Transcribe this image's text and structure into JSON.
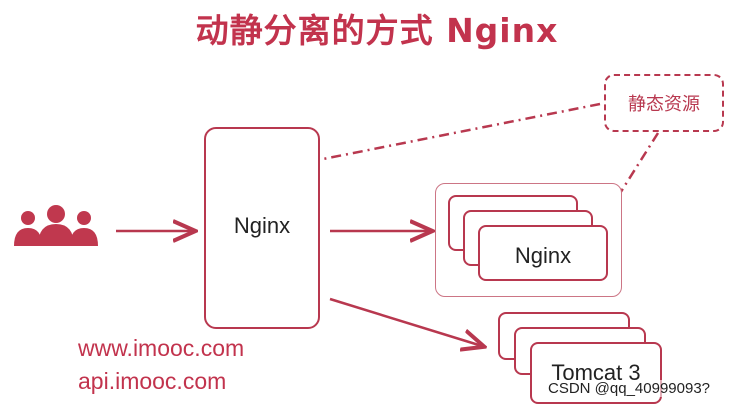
{
  "title": "动静分离的方式 Nginx",
  "main_node": {
    "label": "Nginx"
  },
  "static_resource": {
    "label": "静态资源"
  },
  "nginx_group": {
    "label": "Nginx"
  },
  "tomcat_group": {
    "label": "Tomcat 3"
  },
  "domains": [
    "www.imooc.com",
    "api.imooc.com"
  ],
  "watermark": "CSDN @qq_40999093?",
  "colors": {
    "accent": "#b8384f",
    "title": "#c2334d",
    "users": "#c0384e"
  },
  "icons": [
    "users-icon"
  ]
}
